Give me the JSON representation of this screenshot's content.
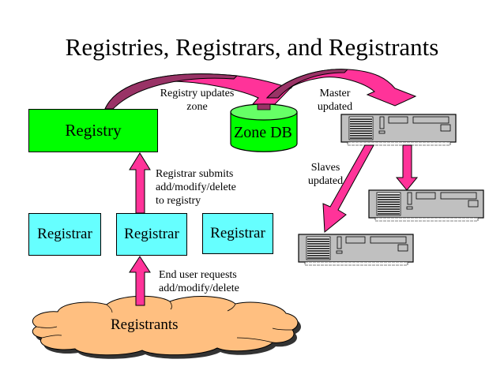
{
  "title": "Registries, Registrars, and Registrants",
  "nodes": {
    "registry": "Registry",
    "zone_db": "Zone DB",
    "registrars": [
      "Registrar",
      "Registrar",
      "Registrar"
    ],
    "registrants": "Registrants",
    "servers": [
      "master-server",
      "slave-server",
      "slave-server"
    ]
  },
  "labels": {
    "registry_updates": [
      "Registry updates",
      "zone"
    ],
    "master_updated": [
      "Master",
      "updated"
    ],
    "slaves_updated": [
      "Slaves",
      "updated"
    ],
    "registrar_submits": [
      "Registrar submits",
      "add/modify/delete",
      "to registry"
    ],
    "end_user_requests": [
      "End user requests",
      "add/modify/delete"
    ]
  },
  "colors": {
    "registry": "#00ff00",
    "zone_db": "#00ff00",
    "registrar": "#66ffff",
    "registrants": "#ffbf80",
    "arrow": "#ff3399",
    "arrow_shade": "#993366",
    "server": "#c0c0c0"
  }
}
